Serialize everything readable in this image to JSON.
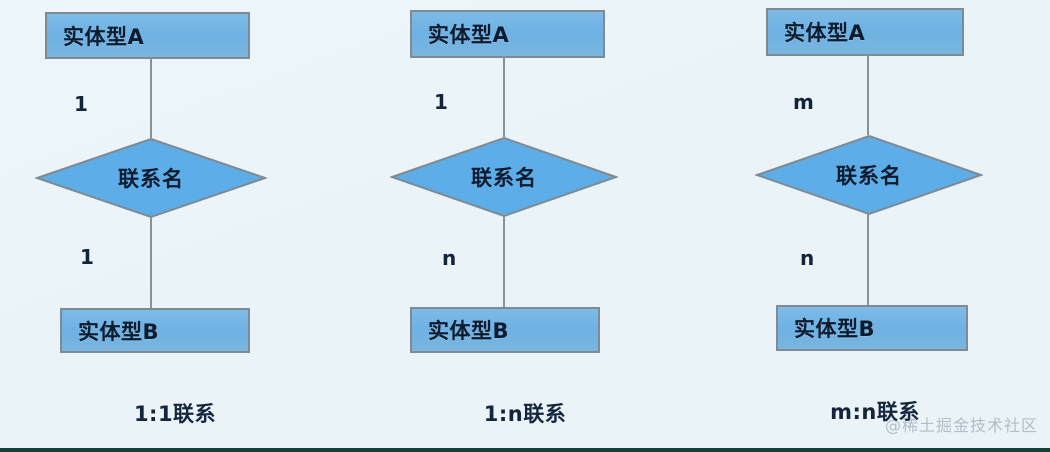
{
  "page": {
    "background_color": "#eaf4f9",
    "bottom_strip_color": "#14403a",
    "watermark": "@稀土掘金技术社区"
  },
  "palette": {
    "entity_fill": "#72b4e5",
    "diamond_fill": "#5dade8",
    "shape_border": "#7f8a92",
    "connector": "#8a9299",
    "text": "#0d1b2e"
  },
  "diagrams": [
    {
      "id": "one-to-one",
      "entity_a": "实体型A",
      "relationship": "联系名",
      "entity_b": "实体型B",
      "cardinality_top": "1",
      "cardinality_bottom": "1",
      "caption": "1:1联系"
    },
    {
      "id": "one-to-many",
      "entity_a": "实体型A",
      "relationship": "联系名",
      "entity_b": "实体型B",
      "cardinality_top": "1",
      "cardinality_bottom": "n",
      "caption": "1:n联系"
    },
    {
      "id": "many-to-many",
      "entity_a": "实体型A",
      "relationship": "联系名",
      "entity_b": "实体型B",
      "cardinality_top": "m",
      "cardinality_bottom": "n",
      "caption": "m:n联系"
    }
  ]
}
